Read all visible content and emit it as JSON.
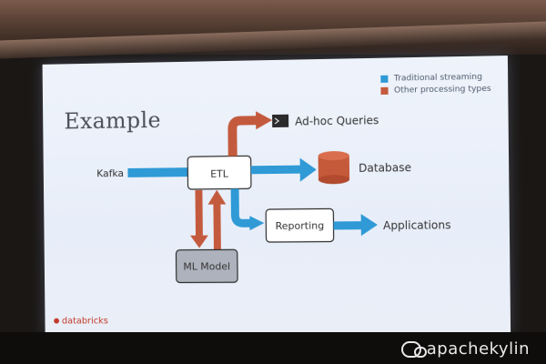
{
  "slide": {
    "title": "Example",
    "legend": [
      {
        "label": "Traditional streaming",
        "color": "#2f9ad6"
      },
      {
        "label": "Other processing types",
        "color": "#c45a3d"
      }
    ],
    "nodes": {
      "kafka": "Kafka",
      "etl": "ETL",
      "adhoc": "Ad-hoc Queries",
      "database": "Database",
      "reporting": "Reporting",
      "applications": "Applications",
      "ml_model": "ML Model"
    },
    "footer_brand": "databricks"
  },
  "watermark": {
    "text": "apachekylin"
  },
  "colors": {
    "stream": "#2f9ad6",
    "other": "#c45a3d",
    "node_border": "#2d2d2d",
    "node_fill": "#ffffff",
    "ml_fill": "#aeb2bc",
    "db_fill": "#c55a3b"
  }
}
